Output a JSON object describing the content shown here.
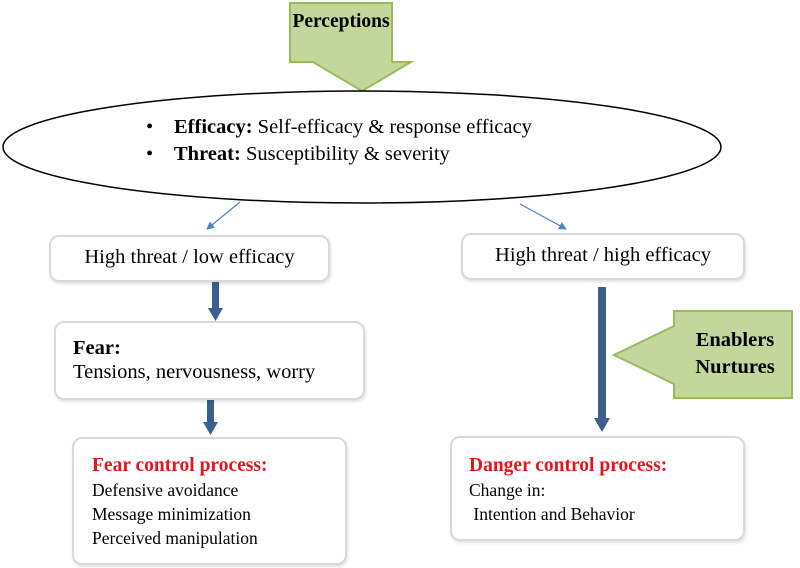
{
  "colors": {
    "green_fill": "#c3d69b",
    "green_stroke": "#9bbb59",
    "arrow_blue": "#3c5f8f",
    "thin_arrow": "#4f81bd",
    "box_border": "#d9d9d9",
    "red_heading": "#e8141b"
  },
  "perceptions": {
    "label": "Perceptions"
  },
  "ellipse": {
    "bullets": [
      {
        "bold": "Efficacy:",
        "text": " Self-efficacy & response efficacy"
      },
      {
        "bold": "Threat:",
        "text": " Susceptibility & severity"
      }
    ]
  },
  "left": {
    "box1": "High threat / low efficacy",
    "fear": {
      "title": "Fear:",
      "text": "Tensions, nervousness, worry"
    },
    "control": {
      "title": "Fear control process:",
      "items": [
        "Defensive avoidance",
        "Message minimization",
        "Perceived manipulation"
      ]
    }
  },
  "right": {
    "box1": "High threat / high efficacy",
    "enablers": {
      "line1": "Enablers",
      "line2": "Nurtures"
    },
    "control": {
      "title": "Danger control process:",
      "items": [
        "Change in:",
        " Intention and Behavior"
      ]
    }
  }
}
